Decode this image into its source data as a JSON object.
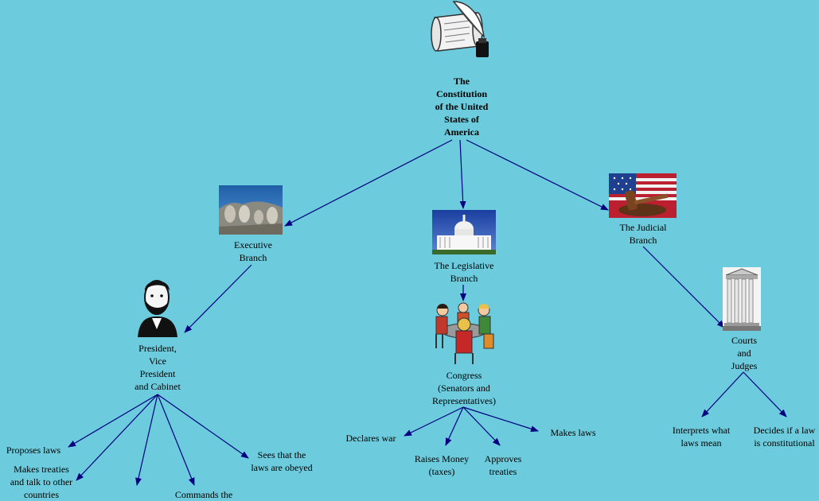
{
  "colors": {
    "background": "#6ccbdc",
    "connector": "#000080"
  },
  "root": {
    "label": "The\nConstitution\nof the United\nStates of\nAmerica",
    "icon": "quill-scroll-icon"
  },
  "branches": {
    "executive": {
      "label": "Executive\nBranch",
      "icon": "mount-rushmore-icon"
    },
    "legislative": {
      "label": "The Legislative\nBranch",
      "icon": "capitol-building-icon"
    },
    "judicial": {
      "label": "The Judicial\nBranch",
      "icon": "gavel-flag-icon"
    }
  },
  "executive_sub": {
    "label": "President,\nVice\nPresident\nand Cabinet",
    "icon": "lincoln-portrait-icon"
  },
  "legislative_sub": {
    "label": "Congress\n(Senators and\nRepresentatives)",
    "icon": "people-meeting-icon"
  },
  "judicial_sub": {
    "label": "Courts\nand\nJudges",
    "icon": "courthouse-columns-icon"
  },
  "executive_duties": [
    "Proposes laws",
    "Makes treaties\nand talk to other\ncountries",
    "Commands the",
    "Sees that the\nlaws are obeyed"
  ],
  "legislative_duties": [
    "Declares war",
    "Raises Money\n(taxes)",
    "Approves\ntreaties",
    "Makes laws"
  ],
  "judicial_duties": [
    "Interprets what\nlaws mean",
    "Decides if a law\nis constitutional"
  ]
}
